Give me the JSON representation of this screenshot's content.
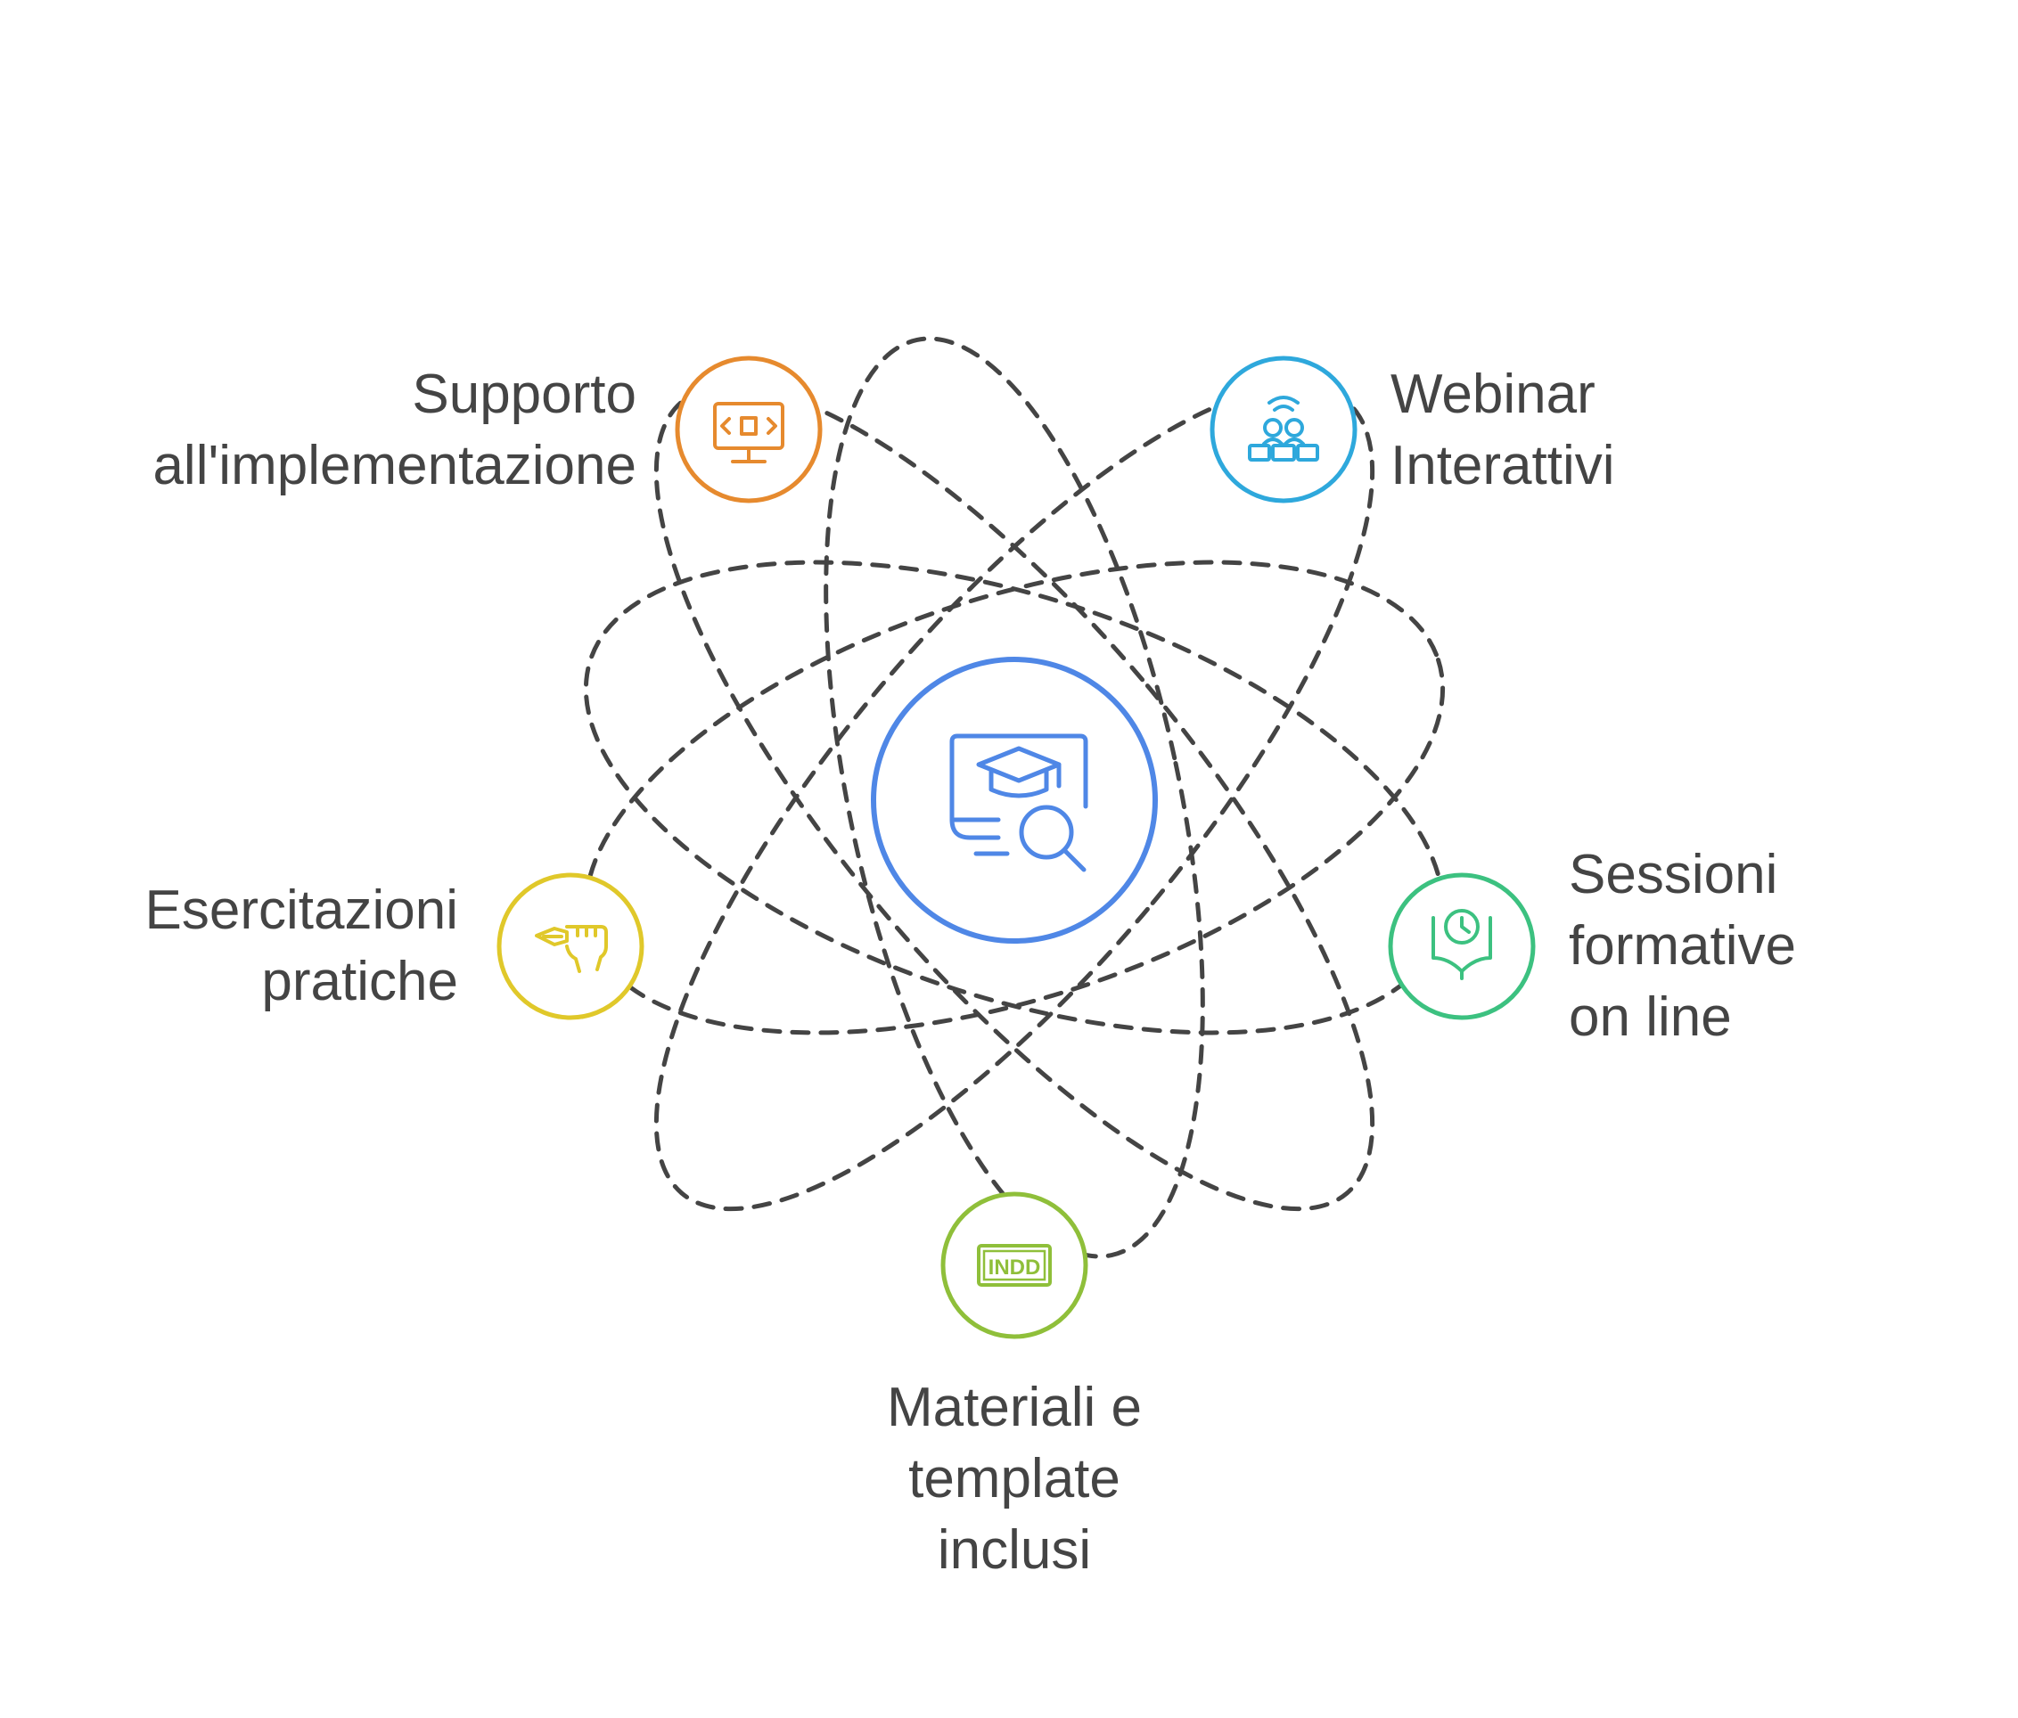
{
  "center": {
    "icon": "graduation-laptop-search-icon",
    "color": "#4f87e6"
  },
  "nodes": [
    {
      "id": "supporto",
      "lines": [
        "Supporto",
        "all'implementazione"
      ],
      "icon": "code-monitor-icon",
      "color": "#e68a2e"
    },
    {
      "id": "webinar",
      "lines": [
        "Webinar",
        "Interattivi"
      ],
      "icon": "webinar-audience-icon",
      "color": "#2ea8dc"
    },
    {
      "id": "sessioni",
      "lines": [
        "Sessioni",
        "formative",
        "on line"
      ],
      "icon": "clock-book-icon",
      "color": "#3cc180"
    },
    {
      "id": "materiali",
      "lines": [
        "Materiali e",
        "template",
        "inclusi"
      ],
      "icon": "indd-file-icon",
      "color": "#8fbf3a",
      "badge_text": "INDD"
    },
    {
      "id": "esercitazioni",
      "lines": [
        "Esercitazioni",
        "pratiche"
      ],
      "icon": "hand-pen-icon",
      "color": "#e0c82a"
    }
  ],
  "orbit_color": "#444444"
}
